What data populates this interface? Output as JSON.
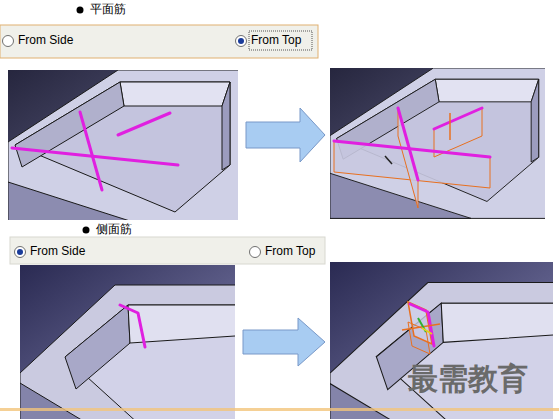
{
  "diagram": {
    "labels": [
      "平面筋",
      "From Side",
      "From Top",
      "侧面筋",
      "From Side",
      "From Top",
      "最需教育"
    ]
  }
}
